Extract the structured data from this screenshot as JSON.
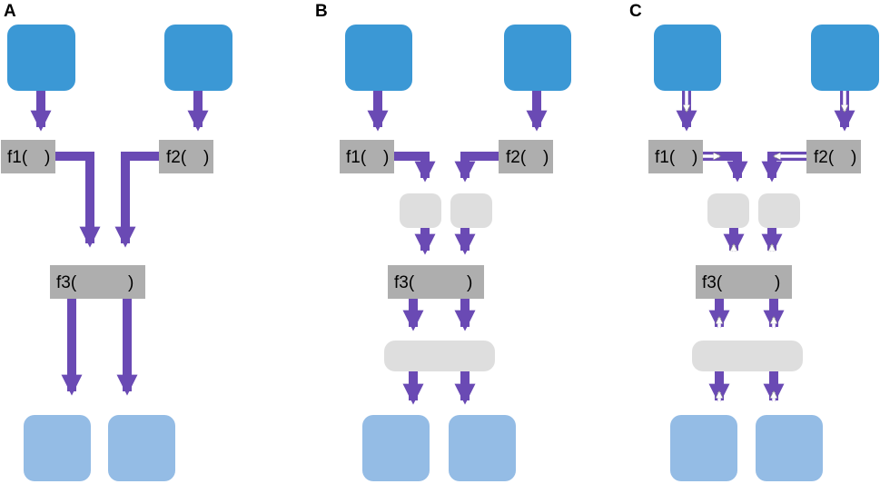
{
  "panels": [
    {
      "id": "A",
      "label": "A",
      "f1": "f1(",
      "f1_close": ")",
      "f2": "f2(",
      "f2_close": ")",
      "f3": "f3(",
      "f3_close": ")"
    },
    {
      "id": "B",
      "label": "B",
      "f1": "f1(",
      "f1_close": ")",
      "f2": "f2(",
      "f2_close": ")",
      "f3": "f3(",
      "f3_close": ")"
    },
    {
      "id": "C",
      "label": "C",
      "f1": "f1(",
      "f1_close": ")",
      "f2": "f2(",
      "f2_close": ")",
      "f3": "f3(",
      "f3_close": ")"
    }
  ],
  "colors": {
    "input_node": "#3b98d5",
    "output_node": "#94bce5",
    "function_box": "#aeaeae",
    "intermediate_node": "#dedede",
    "arrow": "#6a4ab4",
    "back_arrow": "#ffffff"
  }
}
